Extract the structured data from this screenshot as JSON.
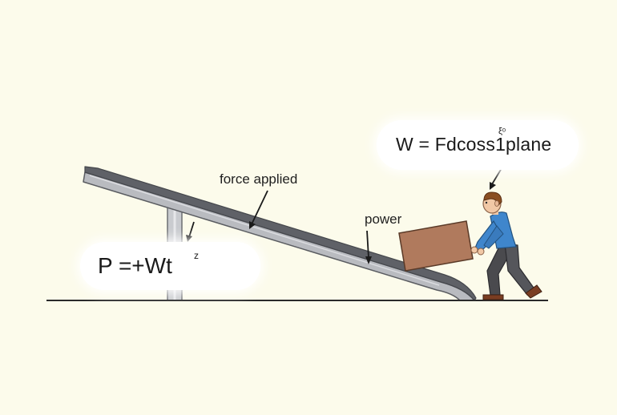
{
  "labels": {
    "force_applied": "force applied",
    "power": "power"
  },
  "equations": {
    "work": {
      "main": "W = Fdcoss",
      "sup": "ξᵒ",
      "tail": "1plane"
    },
    "power": {
      "main": "P =+Wt",
      "exponent": "z"
    }
  },
  "colors": {
    "background": "#fcfbeb",
    "ramp_top": "#5e6066",
    "ramp_side": "#b4b6bb",
    "box": "#b07a5d",
    "shirt": "#3f86cc",
    "pants": "#4a4a4e",
    "hair": "#8a4e22"
  }
}
